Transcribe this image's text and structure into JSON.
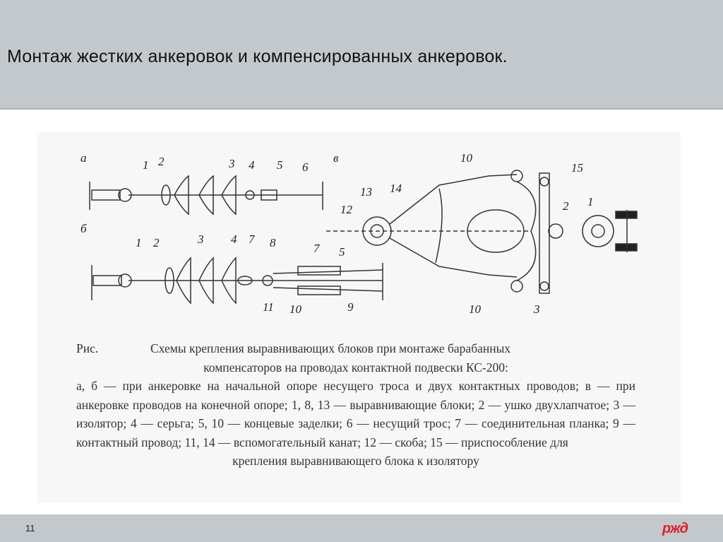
{
  "slide": {
    "title": "Монтаж жестких анкеровок и компенсированных анкеровок.",
    "page_number": "11",
    "logo_text": "РЖД"
  },
  "figure": {
    "panel_labels": [
      "а",
      "б",
      "в"
    ],
    "callouts_a": [
      "1",
      "2",
      "3",
      "4",
      "5",
      "6"
    ],
    "callouts_b": [
      "1",
      "2",
      "3",
      "4",
      "7",
      "8",
      "7",
      "5",
      "11",
      "10",
      "9"
    ],
    "callouts_v": [
      "10",
      "15",
      "13",
      "14",
      "12",
      "2",
      "1",
      "10",
      "3"
    ],
    "caption": {
      "prefix": "Рис.",
      "line1": "Схемы крепления выравнивающих блоков при монтаже барабанных",
      "line2": "компенсаторов на проводах контактной подвески КС-200:",
      "body": "а, б — при анкеровке на начальной опоре несущего троса и двух контактных проводов; в — при анкеровке проводов на конечной опоре; 1, 8, 13 — выравнивающие блоки; 2 — ушко двухлапчатое; 3 — изолятор; 4 — серьга; 5, 10 — концевые заделки; 6 — несущий трос; 7 — соединительная планка; 9 — контактный провод; 11, 14 — вспомогательный канат; 12 — скоба; 15 — приспособление для",
      "last": "крепления выравнивающего блока к изолятору"
    }
  }
}
